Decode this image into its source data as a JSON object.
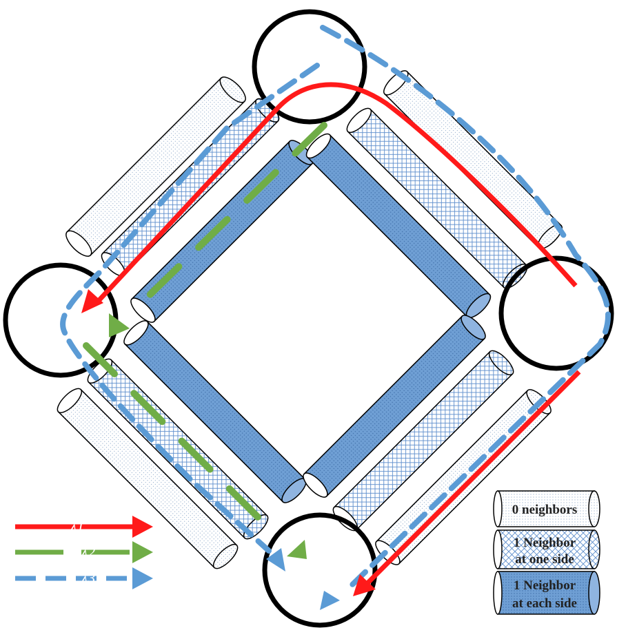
{
  "legend": {
    "wavelengths": [
      {
        "label": "λ1",
        "color": "#ff1a1a",
        "style": "solid"
      },
      {
        "label": "λ2",
        "color": "#70ad47",
        "style": "dashed"
      },
      {
        "label": "λ3",
        "color": "#5b9bd5",
        "style": "dashed"
      }
    ],
    "fiber_types": [
      {
        "lines": [
          "0 neighbors"
        ],
        "fill": "dots"
      },
      {
        "lines": [
          "1 Neighbor",
          "at one side"
        ],
        "fill": "crosshatch"
      },
      {
        "lines": [
          "1 Neighbor",
          "at each side"
        ],
        "fill": "blue-dots"
      }
    ]
  },
  "nodes": [
    {
      "name": "top-node"
    },
    {
      "name": "left-node"
    },
    {
      "name": "right-node"
    },
    {
      "name": "bottom-node"
    }
  ],
  "colors": {
    "fiber_blue": "#6f9fd4",
    "fiber_light": "#eaf2fb",
    "node_stroke": "#000000"
  }
}
